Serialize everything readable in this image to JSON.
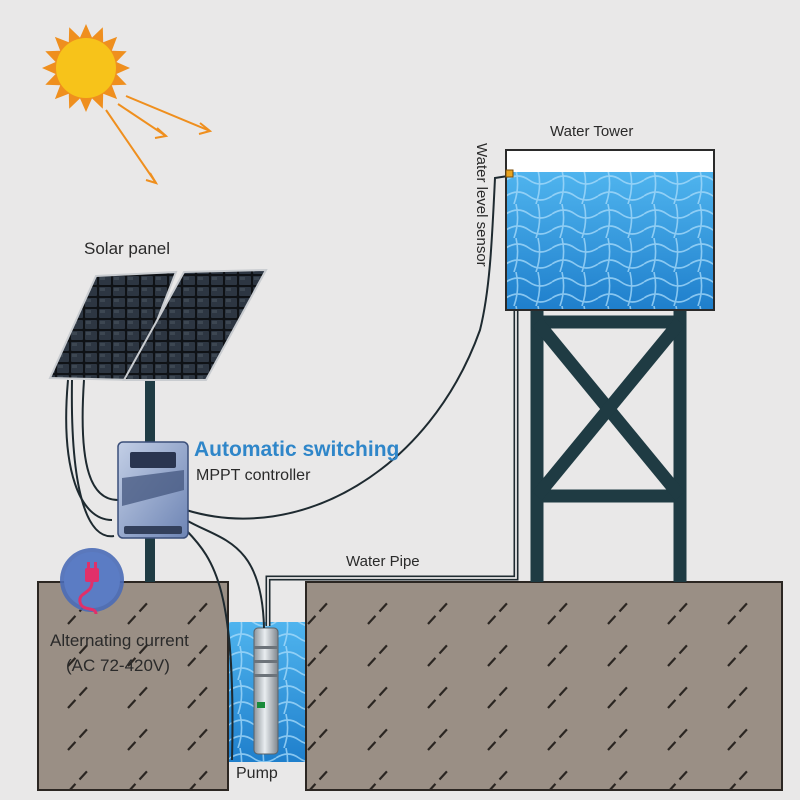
{
  "labels": {
    "solar_panel": "Solar panel",
    "water_tower": "Water Tower",
    "water_level_sensor": "Water  level sensor",
    "automatic_switching": "Automatic switching",
    "mppt_controller": "MPPT controller",
    "water_pipe": "Water Pipe",
    "alternating_current": "Alternating current",
    "ac_voltage": "(AC 72-420V)",
    "pump": "Pump"
  },
  "icons": {
    "sun": "sun-icon",
    "plug": "power-plug-icon"
  },
  "colors": {
    "accent_blue": "#2f86c9",
    "sun": "#f7c31a",
    "sun_rays": "#ef8f1e",
    "ground": "#9a8f85",
    "tower_frame": "#1f3b43",
    "water": "#3a9fe0",
    "background": "#e9e8e8"
  }
}
